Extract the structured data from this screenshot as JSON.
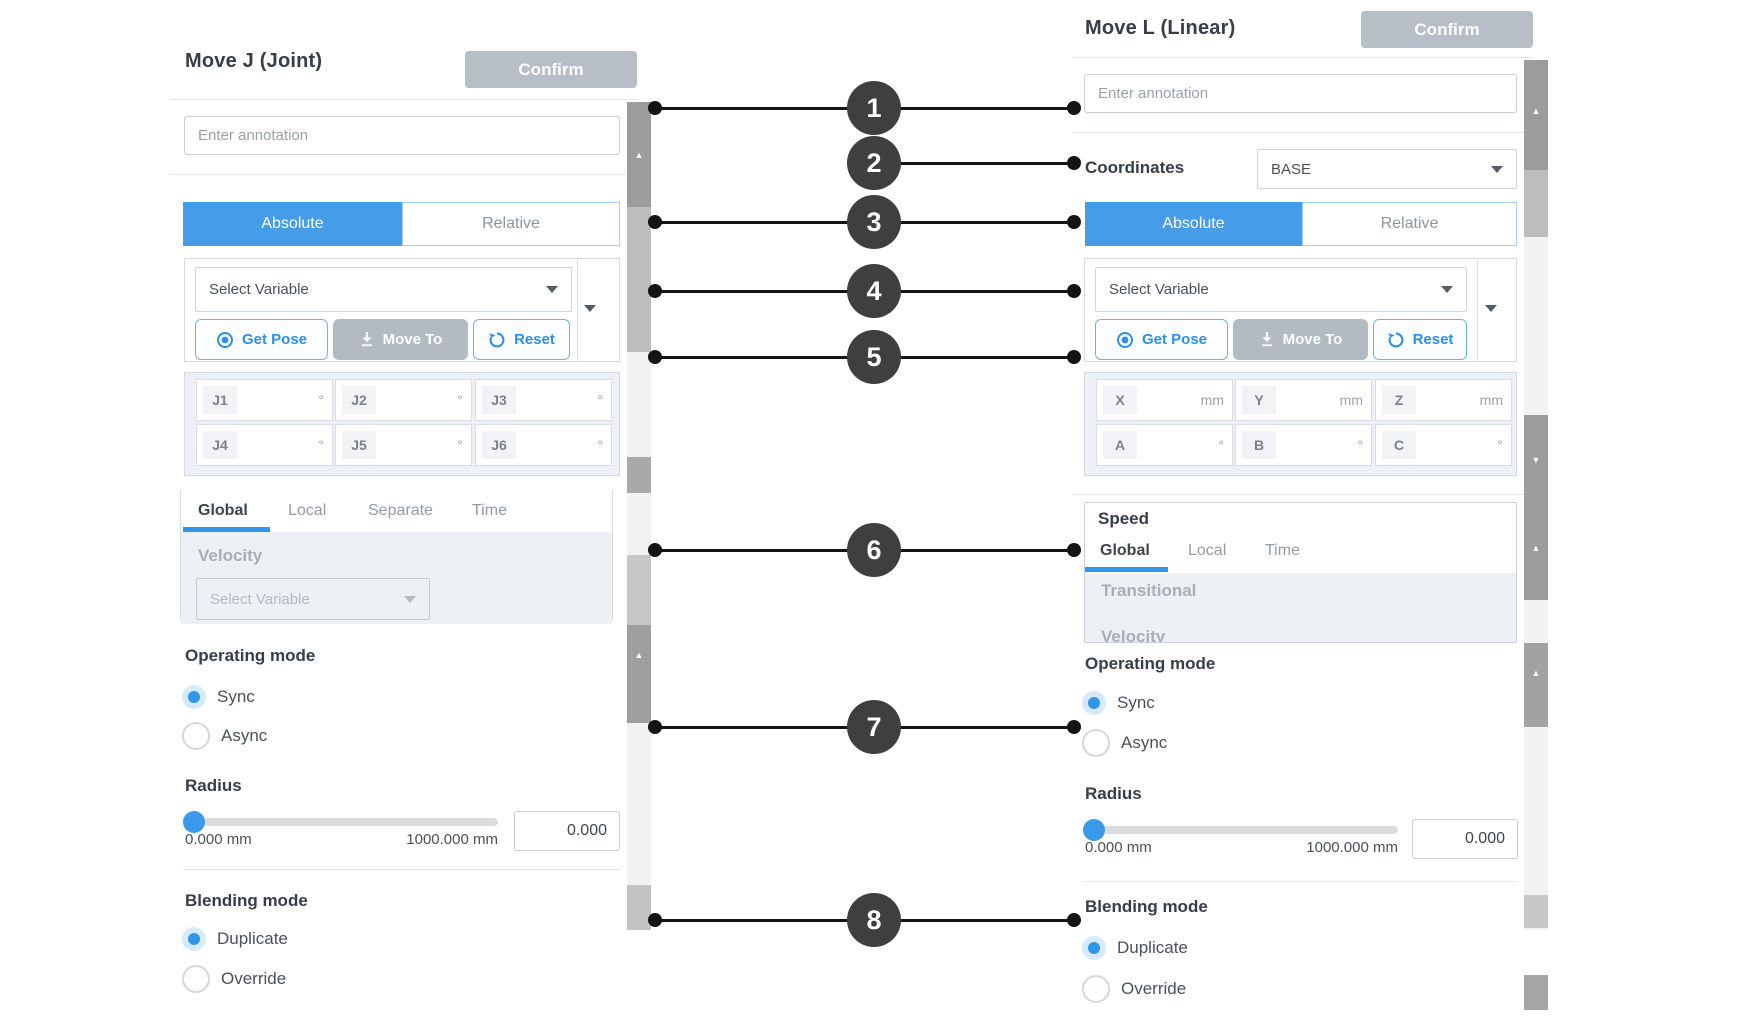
{
  "left_panel": {
    "title": "Move J (Joint)",
    "confirm_label": "Confirm",
    "annotation_placeholder": "Enter annotation",
    "tabs": {
      "absolute": "Absolute",
      "relative": "Relative"
    },
    "variable": {
      "select_placeholder": "Select Variable",
      "get_pose": "Get Pose",
      "move_to": "Move To",
      "reset": "Reset"
    },
    "joint_fields": [
      {
        "label": "J1",
        "unit": "°"
      },
      {
        "label": "J2",
        "unit": "°"
      },
      {
        "label": "J3",
        "unit": "°"
      },
      {
        "label": "J4",
        "unit": "°"
      },
      {
        "label": "J5",
        "unit": "°"
      },
      {
        "label": "J6",
        "unit": "°"
      }
    ],
    "speed": {
      "tabs": [
        "Global",
        "Local",
        "Separate",
        "Time"
      ],
      "active_tab": "Global",
      "velocity_label": "Velocity",
      "velocity_placeholder": "Select Variable"
    },
    "operating_mode": {
      "label": "Operating mode",
      "options": [
        {
          "label": "Sync",
          "selected": true
        },
        {
          "label": "Async",
          "selected": false
        }
      ]
    },
    "radius": {
      "label": "Radius",
      "min": "0.000 mm",
      "max": "1000.000 mm",
      "value": "0.000"
    },
    "blending_mode": {
      "label": "Blending mode",
      "options": [
        {
          "label": "Duplicate",
          "selected": true
        },
        {
          "label": "Override",
          "selected": false
        }
      ]
    }
  },
  "right_panel": {
    "title": "Move L (Linear)",
    "confirm_label": "Confirm",
    "annotation_placeholder": "Enter annotation",
    "coordinates": {
      "label": "Coordinates",
      "value": "BASE"
    },
    "tabs": {
      "absolute": "Absolute",
      "relative": "Relative"
    },
    "variable": {
      "select_placeholder": "Select Variable",
      "get_pose": "Get Pose",
      "move_to": "Move To",
      "reset": "Reset"
    },
    "pose_fields": [
      {
        "label": "X",
        "unit": "mm"
      },
      {
        "label": "Y",
        "unit": "mm"
      },
      {
        "label": "Z",
        "unit": "mm"
      },
      {
        "label": "A",
        "unit": "°"
      },
      {
        "label": "B",
        "unit": "°"
      },
      {
        "label": "C",
        "unit": "°"
      }
    ],
    "speed": {
      "label": "Speed",
      "tabs": [
        "Global",
        "Local",
        "Time"
      ],
      "active_tab": "Global",
      "transitional_label": "Transitional",
      "clipped_label": "Velocity"
    },
    "operating_mode": {
      "label": "Operating mode",
      "options": [
        {
          "label": "Sync",
          "selected": true
        },
        {
          "label": "Async",
          "selected": false
        }
      ]
    },
    "radius": {
      "label": "Radius",
      "min": "0.000 mm",
      "max": "1000.000 mm",
      "value": "0.000"
    },
    "blending_mode": {
      "label": "Blending mode",
      "options": [
        {
          "label": "Duplicate",
          "selected": true
        },
        {
          "label": "Override",
          "selected": false
        }
      ]
    }
  },
  "callouts": [
    "1",
    "2",
    "3",
    "4",
    "5",
    "6",
    "7",
    "8"
  ],
  "colors": {
    "accent": "#459ce8",
    "active_underline": "#2f96ea",
    "radio_selected": "#2f96ea",
    "callout_circle": "#3f3f3f",
    "confirm_gray": "#b7bec7",
    "disabled_button": "#b3bac2"
  }
}
